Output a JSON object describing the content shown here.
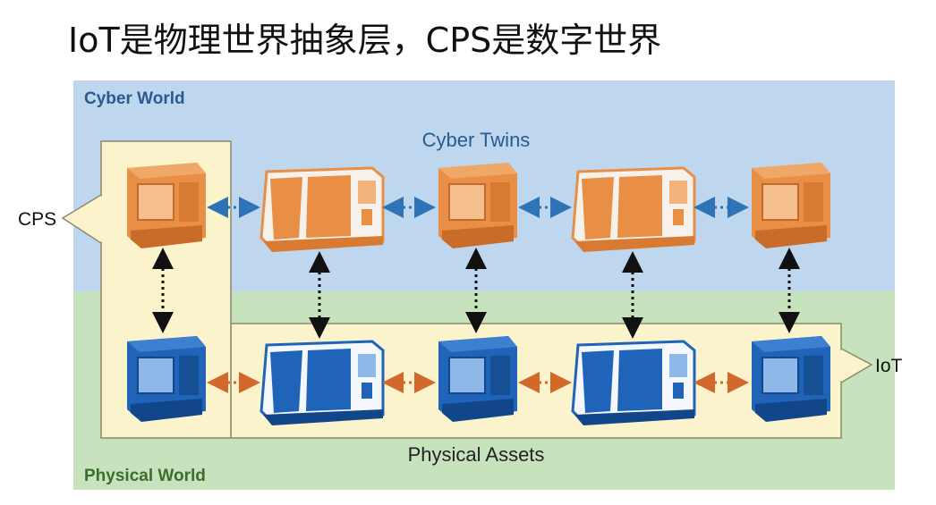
{
  "title": "IoT是物理世界抽象层，CPS是数字世界",
  "labels": {
    "cyber_world": "Cyber World",
    "physical_world": "Physical World",
    "cyber_twins": "Cyber Twins",
    "physical_assets": "Physical Assets",
    "cps": "CPS",
    "iot": "IoT"
  },
  "colors": {
    "cyber_bg": "#BFD7EE",
    "physical_bg": "#C7E3BE",
    "highlight_bg": "#FBF3CC",
    "cyber_machine": "#E88F45",
    "physical_machine": "#1F64B8",
    "cyber_arrow": "#2E73B5",
    "physical_arrow": "#D2692A",
    "vertical_arrow": "#111111"
  },
  "nodes": {
    "cyber": [
      "compact",
      "large",
      "compact",
      "large",
      "compact"
    ],
    "physical": [
      "compact",
      "large",
      "compact",
      "large",
      "compact"
    ]
  }
}
